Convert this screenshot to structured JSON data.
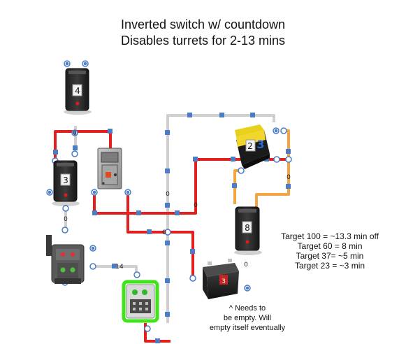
{
  "title": {
    "line1": "Inverted switch w/ countdown",
    "line2": "Disables turrets for 2-13 mins"
  },
  "notes": {
    "targets": [
      "Target 100 = ~13.3 min off",
      "Target 60 = 8 min",
      "Target 37= ~5 min",
      "Target 23 = ~3 min"
    ],
    "battery_note": [
      "^ Needs to",
      "be empty. Will",
      "empty itself eventually"
    ]
  },
  "devices": {
    "timer_top_label": "4",
    "timer_left_label": "3",
    "timer_right_label": "8",
    "counter_label": "2",
    "counter_badge": "3",
    "battery_badge": "3"
  },
  "wire_labels": {
    "w_timer4": "0",
    "w_timer3": "0",
    "w_gray_mid": "0",
    "w_red_mid": "0",
    "w_center": "0",
    "w_orange": "0",
    "w_timer8": "0",
    "w_turret": "14"
  },
  "colors": {
    "red_wire": "#e41f1f",
    "gray_wire": "#cfcfcf",
    "orange_wire": "#f3a542",
    "connector": "#4a7cc8",
    "switch_glow": "#3fe31a"
  }
}
